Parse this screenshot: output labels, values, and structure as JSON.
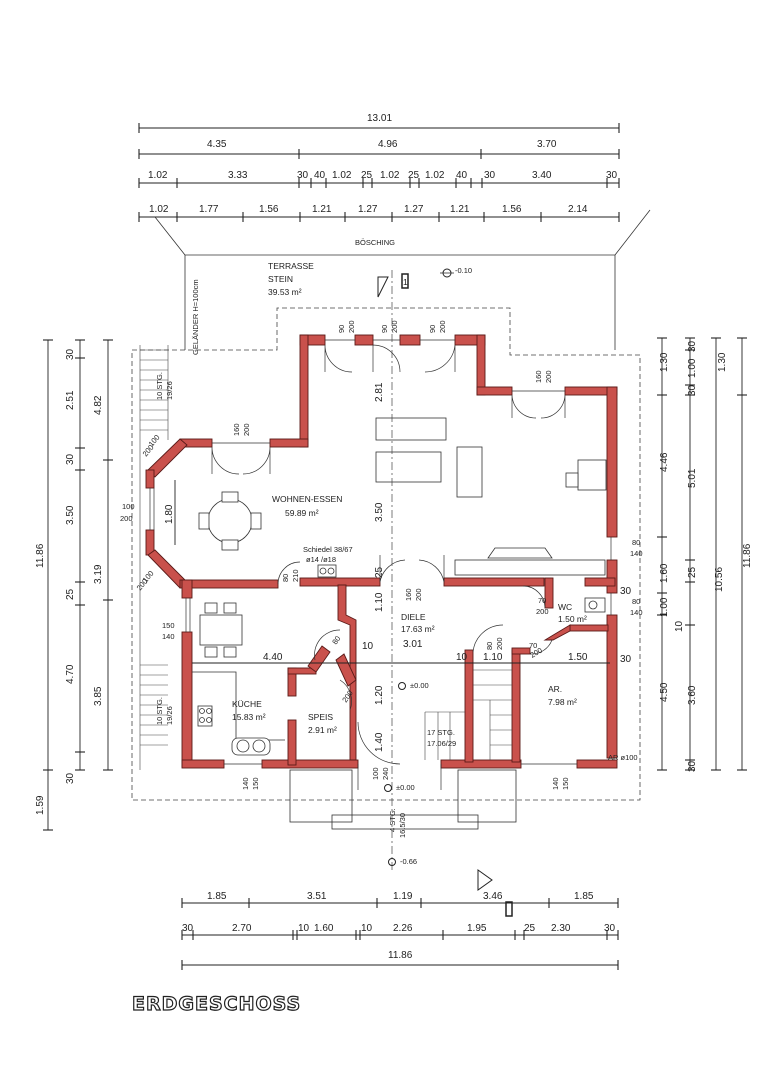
{
  "title": "ERDGESCHOSS",
  "dims_top": {
    "overall": "13.01",
    "row2": [
      "4.35",
      "4.96",
      "3.70"
    ],
    "row3": [
      "1.02",
      "3.33",
      "30",
      "40",
      "1.02",
      "25",
      "1.02",
      "25",
      "1.02",
      "40",
      "30",
      "3.40",
      "30"
    ],
    "row4": [
      "1.02",
      "1.77",
      "1.56",
      "1.21",
      "1.27",
      "1.27",
      "1.21",
      "1.56",
      "2.14"
    ]
  },
  "dims_bottom": {
    "row1": [
      "1.85",
      "3.51",
      "1.19",
      "3.46",
      "1.85"
    ],
    "row2": [
      "30",
      "2.70",
      "10",
      "1.60",
      "10",
      "2.26",
      "1.95",
      "25",
      "2.30",
      "30"
    ],
    "overall": "11.86"
  },
  "dims_left": {
    "overall": "11.86",
    "outer": [
      "30",
      "2.51",
      "30",
      "3.50",
      "25",
      "4.70",
      "30"
    ],
    "mid": [
      "4.82",
      "3.19",
      "3.85"
    ],
    "extra": "1.59"
  },
  "dims_right": {
    "inner": [
      "1.30",
      "4.46",
      "1.60",
      "1.00",
      "4.50"
    ],
    "mid": [
      "30",
      "1.00",
      "30",
      "5.01",
      "25",
      "10",
      "3.60",
      "30"
    ],
    "outer": [
      "10.56"
    ],
    "far": [
      "1.30",
      "11.86"
    ]
  },
  "interior_dims": {
    "d1": "2.81",
    "d2": "3.50",
    "d3": "1.80",
    "d4": "1.10",
    "d5": "1.20",
    "d6": "1.40",
    "d7": "4.40",
    "d8": "1.10",
    "d9": "1.50",
    "d10": "3.01",
    "d11": "10",
    "d12": "10",
    "d13": "30",
    "d14": "25",
    "d15": "30"
  },
  "rooms": {
    "terrace": {
      "name": "TERRASSE",
      "sub": "STEIN",
      "area": "39.53 m²"
    },
    "living": {
      "name": "WOHNEN-ESSEN",
      "area": "59.89 m²"
    },
    "hall": {
      "name": "DIELE",
      "area": "17.63 m²"
    },
    "kitchen": {
      "name": "KÜCHE",
      "area": "15.83 m²"
    },
    "pantry": {
      "name": "SPEIS",
      "area": "2.91 m²"
    },
    "wc": {
      "name": "WC",
      "area": "1.50 m²"
    },
    "storage": {
      "name": "AR.",
      "area": "7.98 m²"
    }
  },
  "labels": {
    "boesching": "BÖSCHING",
    "railing": "GELÄNDER H=100cm",
    "chimney1": "Schiedel 38/67",
    "chimney2": "ø14 /ø18",
    "stairs_main": "17 STG.",
    "stairs_main2": "17.06/29",
    "stairs_left_top": "10 STG.",
    "stairs_left_top2": "19/26",
    "stairs_left_bot": "10 STG.",
    "stairs_left_bot2": "19/26",
    "stairs_entry": "4 STG.",
    "stairs_entry2": "16.5/30",
    "level_terrace": "-0.10",
    "level_hall": "±0.00",
    "level_entry": "±0.00",
    "level_out": "-0.66",
    "section_mark": "1",
    "drain": "AR ø100"
  },
  "openings": {
    "w1": [
      "90",
      "200"
    ],
    "w2": [
      "90",
      "200"
    ],
    "w3": [
      "90",
      "200"
    ],
    "w4": [
      "160",
      "200"
    ],
    "w5": [
      "160",
      "200"
    ],
    "w6": [
      "100",
      "200"
    ],
    "w7": [
      "100",
      "200"
    ],
    "w8": [
      "100",
      "200"
    ],
    "w9": [
      "80",
      "210"
    ],
    "w10": [
      "160",
      "200"
    ],
    "w11": [
      "80",
      "140"
    ],
    "w12": [
      "150",
      "140"
    ],
    "w13": [
      "70",
      "200"
    ],
    "w14": [
      "80",
      "140"
    ],
    "w15": [
      "80",
      "200"
    ],
    "w16": [
      "70",
      "200"
    ],
    "w17": [
      "80",
      "200"
    ],
    "w18": [
      "140",
      "150"
    ],
    "w19": [
      "100",
      "240"
    ],
    "w20": [
      "140",
      "150"
    ]
  }
}
